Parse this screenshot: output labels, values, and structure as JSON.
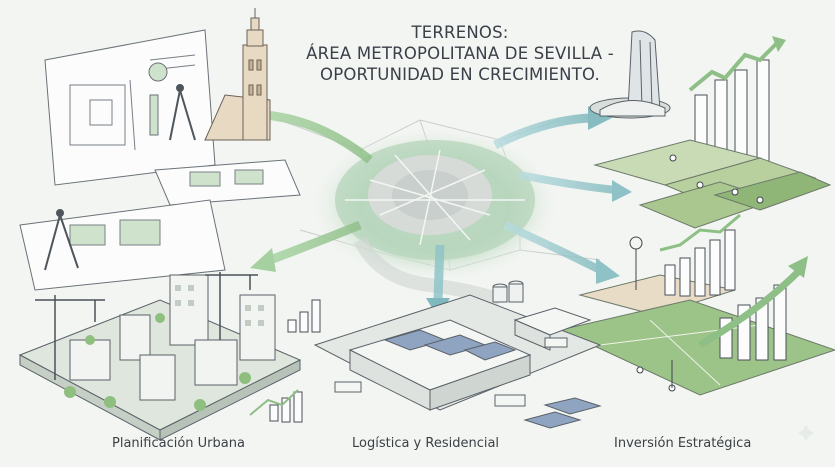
{
  "title": {
    "line1": "TERRENOS:",
    "line2": "ÁREA METROPOLITANA DE SEVILLA -",
    "line3": "OPORTUNIDAD EN CRECIMIENTO."
  },
  "captions": {
    "left": "Planificación Urbana",
    "center": "Logística y Residencial",
    "right": "Inversión Estratégica"
  },
  "colors": {
    "background": "#f3f5f2",
    "green": "#8ebf86",
    "teal": "#8fc5c8",
    "line": "#4a5058",
    "text": "#3a4048"
  }
}
